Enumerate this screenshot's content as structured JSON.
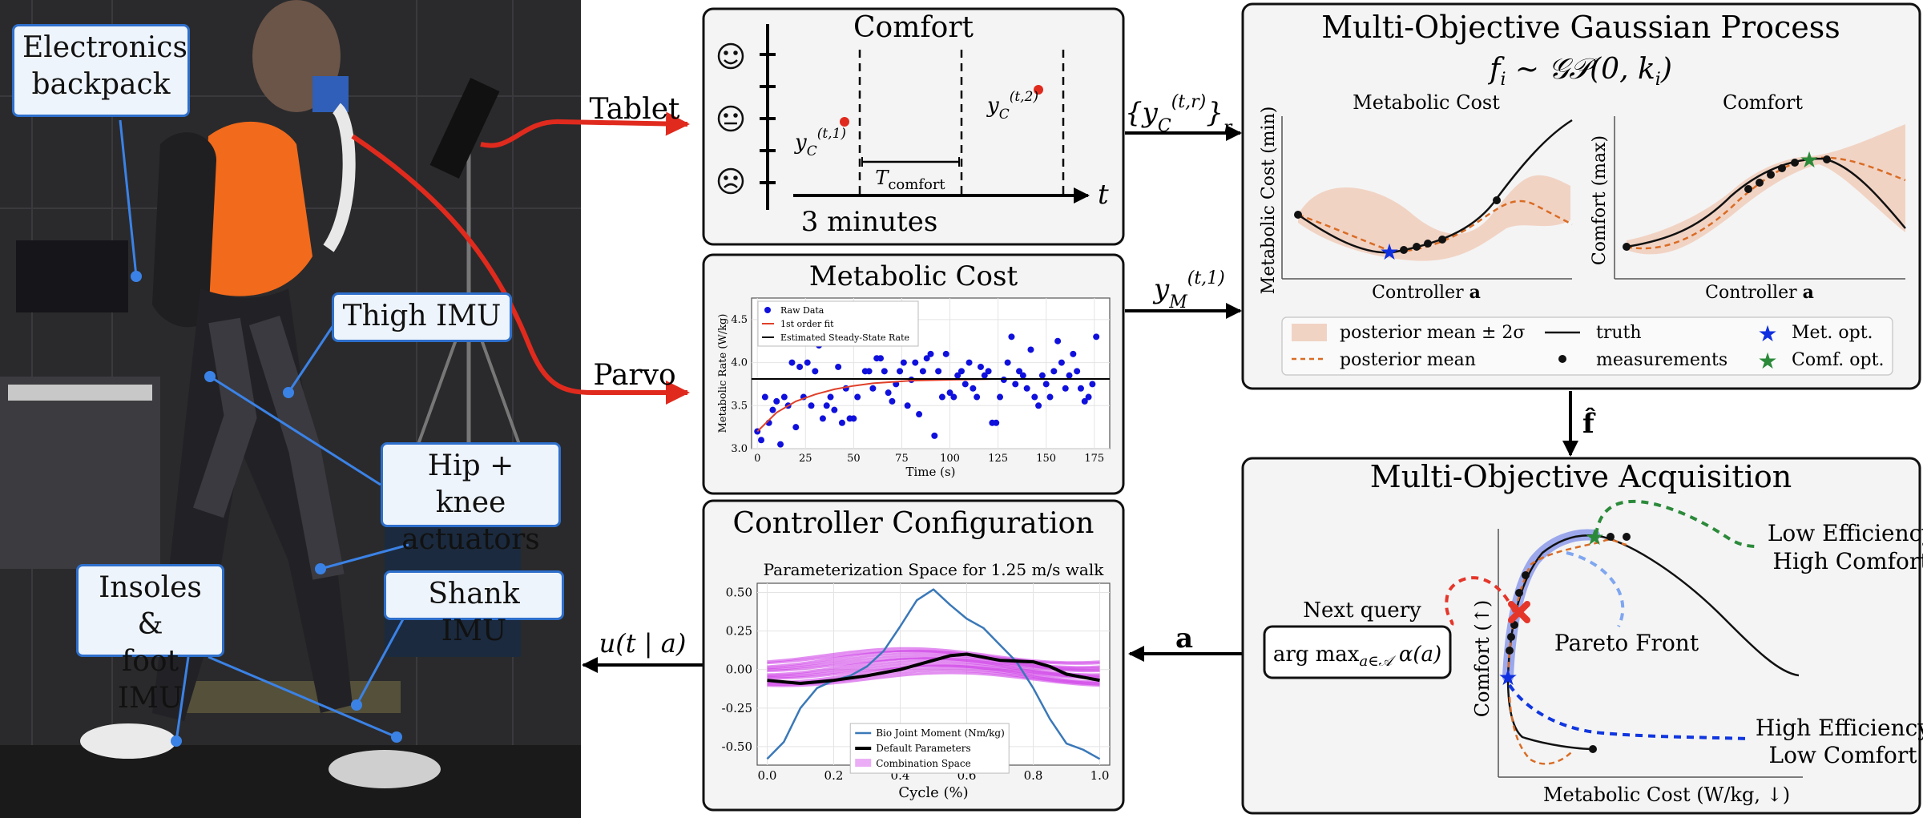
{
  "photo": {
    "labels": {
      "backpack": [
        "Electronics",
        "backpack"
      ],
      "thigh": "Thigh IMU",
      "hip": [
        "Hip + knee",
        "actuators"
      ],
      "insoles": [
        "Insoles &",
        "foot IMU"
      ],
      "shank": "Shank IMU"
    }
  },
  "arrows": {
    "tablet": "Tablet",
    "parvo": "Parvo",
    "comfort_out": "{y_C^(t,r)}_r",
    "metabolic_out": "y_M^(t,1)",
    "f_hat": "f̂",
    "a": "a",
    "u": "u(t | a)"
  },
  "comfort_panel": {
    "title": "Comfort",
    "faces": [
      "☺",
      "😐",
      "☹"
    ],
    "point1": "y_C^(t,1)",
    "point2": "y_C^(t,2)",
    "interval": "T_comfort",
    "t": "t",
    "duration": "3 minutes"
  },
  "metabolic_panel": {
    "title": "Metabolic Cost",
    "legend": [
      "Raw Data",
      "1st order fit",
      "Estimated Steady-State Rate"
    ],
    "colors": {
      "raw": "#1010dd",
      "fit": "#e0402a",
      "ss": "#000000"
    }
  },
  "controller_panel": {
    "title": "Controller Configuration",
    "legend": [
      "Bio Joint Moment (Nm/kg)",
      "Default Parameters",
      "Combination Space"
    ],
    "colors": {
      "bio": "#3a78b8",
      "default": "#000000",
      "combo": "#cc33e6"
    }
  },
  "gp_panel": {
    "title": "Multi-Objective Gaussian Process",
    "formula": "f_i ~ GP(0, k_i)",
    "sub1_title": "Metabolic Cost",
    "sub1_ylabel": "Metabolic Cost (min)",
    "sub1_xlabel": "Controller a",
    "sub2_title": "Comfort",
    "sub2_ylabel": "Comfort (max)",
    "sub2_xlabel": "Controller a",
    "legend": [
      "posterior mean ± 2σ",
      "truth",
      "Met. opt.",
      "posterior mean",
      "measurements",
      "Comf. opt."
    ],
    "colors": {
      "band": "#f1d3c4",
      "mean": "#d96c25",
      "met": "#1030e0",
      "comf": "#2b8a3a"
    }
  },
  "acq_panel": {
    "title": "Multi-Objective Acquisition",
    "query_label": "Next query",
    "query_formula": "arg max_{a∈A} α(a)",
    "low_eff": [
      "Low Efficiency",
      "High Comfort"
    ],
    "high_eff": [
      "High Efficiency",
      "Low Comfort"
    ],
    "pareto": "Pareto Front",
    "ylabel": "Comfort (↑)",
    "xlabel": "Metabolic Cost (W/kg, ↓)"
  },
  "chart_data": [
    {
      "type": "scatter",
      "title": "",
      "xlabel": "Time (s)",
      "ylabel": "Metabolic Rate (W/kg)",
      "xlim": [
        -3,
        183
      ],
      "ylim": [
        3.0,
        4.75
      ],
      "xticks": [
        "0",
        "25",
        "50",
        "75",
        "100",
        "125",
        "150",
        "175"
      ],
      "yticks": [
        "3.0",
        "3.5",
        "4.0",
        "4.5"
      ],
      "series": [
        {
          "name": "Raw Data",
          "x": [
            0,
            2,
            4,
            6,
            8,
            10,
            12,
            14,
            16,
            18,
            20,
            22,
            24,
            26,
            28,
            30,
            32,
            34,
            36,
            38,
            40,
            42,
            44,
            46,
            48,
            50,
            52,
            54,
            56,
            58,
            60,
            62,
            64,
            66,
            68,
            70,
            72,
            74,
            76,
            78,
            80,
            82,
            84,
            86,
            88,
            90,
            92,
            94,
            96,
            98,
            100,
            102,
            104,
            106,
            108,
            110,
            112,
            114,
            116,
            118,
            120,
            122,
            124,
            126,
            128,
            130,
            132,
            134,
            136,
            138,
            140,
            142,
            144,
            146,
            148,
            150,
            152,
            154,
            156,
            158,
            160,
            162,
            164,
            166,
            168,
            170,
            172,
            174,
            176
          ],
          "y": [
            3.2,
            3.1,
            3.6,
            3.3,
            3.45,
            3.55,
            3.05,
            3.6,
            3.5,
            4.0,
            3.25,
            3.95,
            3.6,
            4.0,
            3.5,
            3.9,
            4.2,
            3.35,
            3.5,
            3.6,
            3.45,
            3.95,
            3.3,
            3.7,
            3.35,
            3.35,
            3.6,
            4.3,
            3.9,
            3.9,
            3.7,
            4.05,
            4.05,
            3.9,
            3.65,
            3.55,
            3.75,
            3.9,
            4.0,
            3.5,
            3.8,
            4.0,
            3.4,
            3.9,
            4.05,
            4.1,
            3.15,
            3.9,
            3.6,
            4.1,
            3.65,
            3.6,
            3.85,
            3.9,
            3.75,
            4.0,
            3.7,
            3.6,
            3.95,
            3.85,
            3.9,
            3.3,
            3.3,
            3.6,
            3.8,
            4.0,
            4.3,
            3.75,
            3.9,
            3.85,
            3.7,
            4.15,
            3.6,
            3.5,
            3.85,
            3.75,
            3.6,
            3.9,
            4.25,
            4.0,
            3.7,
            3.85,
            4.1,
            3.9,
            3.7,
            3.55,
            3.6,
            3.75,
            4.3
          ]
        },
        {
          "name": "1st order fit",
          "x": [
            0,
            10,
            20,
            30,
            40,
            50,
            60,
            80,
            100,
            125,
            150,
            180
          ],
          "y": [
            3.2,
            3.42,
            3.55,
            3.63,
            3.69,
            3.73,
            3.76,
            3.79,
            3.8,
            3.81,
            3.81,
            3.81
          ]
        },
        {
          "name": "Estimated Steady-State Rate",
          "x": [
            -3,
            183
          ],
          "y": [
            3.81,
            3.81
          ]
        }
      ]
    },
    {
      "type": "line",
      "title": "Parameterization Space for 1.25 m/s walk",
      "xlabel": "Cycle (%)",
      "ylabel": "",
      "xlim": [
        -0.03,
        1.03
      ],
      "ylim": [
        -0.62,
        0.56
      ],
      "xticks": [
        "0.0",
        "0.2",
        "0.4",
        "0.6",
        "0.8",
        "1.0"
      ],
      "yticks": [
        "0.50",
        "0.25",
        "0.00",
        "-0.25",
        "-0.50"
      ],
      "series": [
        {
          "name": "Bio Joint Moment (Nm/kg)",
          "x": [
            0,
            0.05,
            0.1,
            0.15,
            0.2,
            0.25,
            0.3,
            0.35,
            0.4,
            0.45,
            0.5,
            0.55,
            0.6,
            0.65,
            0.7,
            0.75,
            0.8,
            0.85,
            0.9,
            0.95,
            1.0
          ],
          "y": [
            -0.58,
            -0.47,
            -0.25,
            -0.12,
            -0.07,
            -0.04,
            0.02,
            0.12,
            0.28,
            0.45,
            0.52,
            0.42,
            0.33,
            0.27,
            0.16,
            0.05,
            -0.12,
            -0.32,
            -0.48,
            -0.52,
            -0.58
          ]
        },
        {
          "name": "Default Parameters",
          "x": [
            0,
            0.1,
            0.2,
            0.3,
            0.4,
            0.5,
            0.55,
            0.6,
            0.65,
            0.7,
            0.8,
            0.85,
            0.9,
            1.0
          ],
          "y": [
            -0.07,
            -0.09,
            -0.07,
            -0.04,
            0.0,
            0.06,
            0.09,
            0.1,
            0.08,
            0.06,
            0.05,
            0.02,
            -0.03,
            -0.07
          ]
        },
        {
          "name": "Combination Space",
          "x": [
            0,
            1
          ],
          "y": [
            0,
            0
          ]
        }
      ]
    }
  ]
}
